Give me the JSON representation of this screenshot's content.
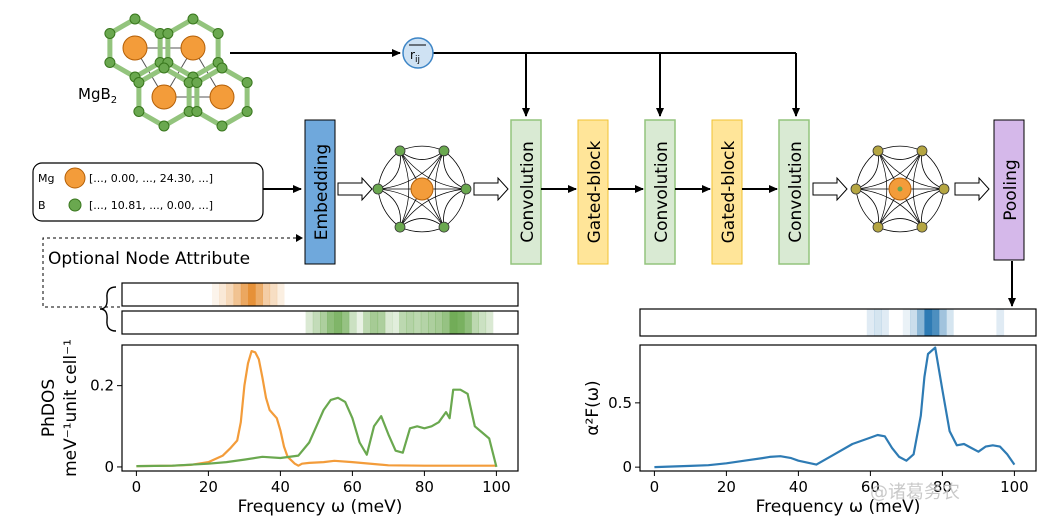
{
  "material": {
    "formula_base": "MgB",
    "formula_sub": "2"
  },
  "rij_label_base": "r",
  "rij_label_sub": "ij",
  "input_table": {
    "rows": [
      {
        "element": "Mg",
        "vector": "[...,   0.00, ..., 24.30, ...]",
        "color": "#f39c3a"
      },
      {
        "element": "B",
        "vector": "[..., 10.81, ...,   0.00, ...]",
        "color": "#6aa84f"
      }
    ]
  },
  "blocks": {
    "embedding": "Embedding",
    "convolution_1": "Convolution",
    "gated_1": "Gated-block",
    "convolution_2": "Convolution",
    "gated_2": "Gated-block",
    "convolution_3": "Convolution",
    "pooling": "Pooling"
  },
  "optional_attr_label": "Optional Node Attribute",
  "colors": {
    "embedding_fill": "#6fa8dc",
    "conv_fill": "#d9ead3",
    "conv_stroke": "#93c47d",
    "gated_fill": "#ffe599",
    "gated_stroke": "#f1c232",
    "pooling_fill": "#d5b8ea",
    "mg_orange": "#f39c3a",
    "b_green": "#6aa84f",
    "line_blue": "#2e7bb4"
  },
  "chart_data": [
    {
      "type": "line",
      "xlabel": "Frequency ω (meV)",
      "ylabel_line1": "PhDOS",
      "ylabel_line2": "meV⁻¹unit cell⁻¹",
      "xlim": [
        -4,
        106
      ],
      "ylim": [
        -0.01,
        0.3
      ],
      "xticks": [
        "0",
        "20",
        "40",
        "60",
        "80",
        "100"
      ],
      "yticks": [
        "0",
        "0.2"
      ],
      "series": [
        {
          "color": "#f39c3a",
          "x": [
            0,
            10,
            15,
            20,
            24,
            26,
            28,
            29,
            30,
            31,
            32,
            33,
            34,
            35,
            36,
            37,
            38,
            39,
            40,
            41,
            42,
            44,
            45,
            46,
            48,
            52,
            55,
            60,
            70,
            80,
            90,
            100
          ],
          "y": [
            0.002,
            0.003,
            0.005,
            0.012,
            0.028,
            0.045,
            0.065,
            0.11,
            0.2,
            0.255,
            0.285,
            0.282,
            0.265,
            0.22,
            0.17,
            0.14,
            0.13,
            0.12,
            0.09,
            0.05,
            0.025,
            0.008,
            0.003,
            0.008,
            0.01,
            0.012,
            0.015,
            0.012,
            0.004,
            0.003,
            0.003,
            0.003
          ]
        },
        {
          "color": "#6aa84f",
          "x": [
            0,
            10,
            20,
            25,
            30,
            35,
            40,
            45,
            48,
            50,
            52,
            54,
            56,
            58,
            60,
            62,
            64,
            66,
            68,
            70,
            72,
            74,
            76,
            78,
            80,
            82,
            84,
            86,
            87,
            88,
            90,
            92,
            94,
            96,
            98,
            100
          ],
          "y": [
            0.002,
            0.003,
            0.008,
            0.012,
            0.018,
            0.025,
            0.022,
            0.028,
            0.06,
            0.1,
            0.14,
            0.165,
            0.17,
            0.16,
            0.12,
            0.06,
            0.03,
            0.1,
            0.125,
            0.08,
            0.04,
            0.035,
            0.095,
            0.1,
            0.095,
            0.1,
            0.11,
            0.135,
            0.12,
            0.19,
            0.19,
            0.18,
            0.1,
            0.085,
            0.07,
            0.0
          ]
        }
      ]
    },
    {
      "type": "line",
      "xlabel": "Frequency ω (meV)",
      "ylabel": "α²F(ω)",
      "xlim": [
        -4,
        106
      ],
      "ylim": [
        -0.03,
        0.95
      ],
      "xticks": [
        "0",
        "20",
        "40",
        "60",
        "80",
        "100"
      ],
      "yticks": [
        "0",
        "0.5"
      ],
      "series": [
        {
          "color": "#2e7bb4",
          "x": [
            0,
            10,
            15,
            20,
            25,
            30,
            32,
            35,
            38,
            40,
            45,
            50,
            55,
            60,
            62,
            64,
            66,
            68,
            70,
            72,
            74,
            75,
            76,
            78,
            80,
            82,
            84,
            86,
            88,
            90,
            92,
            94,
            96,
            98,
            100
          ],
          "y": [
            0.0,
            0.01,
            0.015,
            0.03,
            0.05,
            0.07,
            0.08,
            0.085,
            0.07,
            0.05,
            0.02,
            0.1,
            0.18,
            0.23,
            0.25,
            0.24,
            0.15,
            0.08,
            0.05,
            0.1,
            0.4,
            0.7,
            0.88,
            0.93,
            0.6,
            0.28,
            0.17,
            0.18,
            0.15,
            0.12,
            0.16,
            0.17,
            0.16,
            0.1,
            0.02
          ]
        }
      ]
    }
  ],
  "heat_strips": {
    "orange": [
      {
        "x": 22,
        "op": 0.1
      },
      {
        "x": 24,
        "op": 0.2
      },
      {
        "x": 26,
        "op": 0.35
      },
      {
        "x": 28,
        "op": 0.55
      },
      {
        "x": 30,
        "op": 0.8
      },
      {
        "x": 32,
        "op": 1.0
      },
      {
        "x": 34,
        "op": 0.75
      },
      {
        "x": 36,
        "op": 0.45
      },
      {
        "x": 38,
        "op": 0.3
      },
      {
        "x": 40,
        "op": 0.15
      }
    ],
    "green": [
      {
        "x": 48,
        "op": 0.25
      },
      {
        "x": 50,
        "op": 0.4
      },
      {
        "x": 52,
        "op": 0.55
      },
      {
        "x": 54,
        "op": 0.75
      },
      {
        "x": 56,
        "op": 0.85
      },
      {
        "x": 58,
        "op": 0.7
      },
      {
        "x": 60,
        "op": 0.35
      },
      {
        "x": 62,
        "op": 0.15
      },
      {
        "x": 64,
        "op": 0.45
      },
      {
        "x": 66,
        "op": 0.6
      },
      {
        "x": 68,
        "op": 0.55
      },
      {
        "x": 70,
        "op": 0.25
      },
      {
        "x": 72,
        "op": 0.2
      },
      {
        "x": 74,
        "op": 0.45
      },
      {
        "x": 76,
        "op": 0.5
      },
      {
        "x": 78,
        "op": 0.45
      },
      {
        "x": 80,
        "op": 0.5
      },
      {
        "x": 82,
        "op": 0.55
      },
      {
        "x": 84,
        "op": 0.6
      },
      {
        "x": 86,
        "op": 0.7
      },
      {
        "x": 88,
        "op": 0.95
      },
      {
        "x": 90,
        "op": 0.9
      },
      {
        "x": 92,
        "op": 0.75
      },
      {
        "x": 94,
        "op": 0.45
      },
      {
        "x": 96,
        "op": 0.35
      },
      {
        "x": 98,
        "op": 0.25
      }
    ],
    "blue": [
      {
        "x": 60,
        "op": 0.15
      },
      {
        "x": 62,
        "op": 0.2
      },
      {
        "x": 64,
        "op": 0.15
      },
      {
        "x": 70,
        "op": 0.1
      },
      {
        "x": 72,
        "op": 0.25
      },
      {
        "x": 74,
        "op": 0.55
      },
      {
        "x": 76,
        "op": 1.0
      },
      {
        "x": 78,
        "op": 0.85
      },
      {
        "x": 80,
        "op": 0.45
      },
      {
        "x": 82,
        "op": 0.2
      },
      {
        "x": 96,
        "op": 0.15
      }
    ]
  },
  "watermark": "@诸葛务农"
}
